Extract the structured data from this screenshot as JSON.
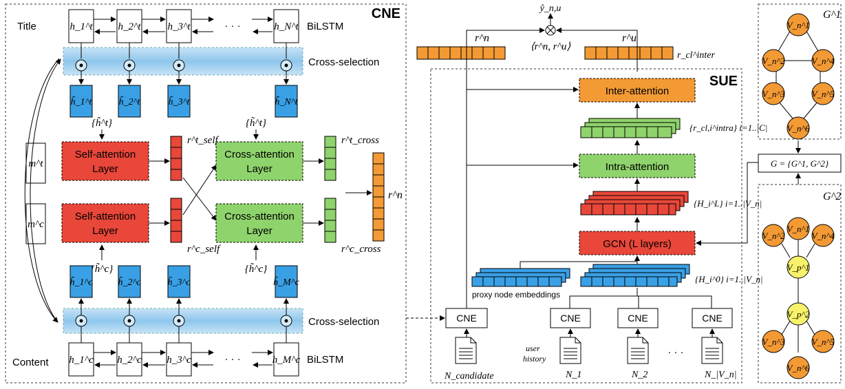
{
  "cne": {
    "title": "CNE",
    "title_label": "Title",
    "content_label": "Content",
    "bilstm": "BiLSTM",
    "cross_selection": "Cross-selection",
    "self_attention": [
      "Self-attention",
      "Layer"
    ],
    "cross_attention": [
      "Cross-attention",
      "Layer"
    ],
    "title_states": [
      "h_1^t",
      "h_2^t",
      "h_3^t",
      "h_N^t"
    ],
    "content_states": [
      "h_1^c",
      "h_2^c",
      "h_3^c",
      "h_M^c"
    ],
    "title_selected": [
      "h̃_1^t",
      "h̃_2^t",
      "h̃_3^t",
      "h̃_N^t"
    ],
    "content_selected": [
      "h̃_1^c",
      "h̃_2^c",
      "h̃_3^c",
      "h̃_M^c"
    ],
    "title_set": "{h̃^t}",
    "content_set": "{h̃^c}",
    "mem_title": "m^t",
    "mem_content": "m^c",
    "r_self_t": "r^t_self",
    "r_self_c": "r^c_self",
    "r_cross_t": "r^t_cross",
    "r_cross_c": "r^c_cross",
    "r_n": "r^n",
    "ellipsis": "· · ·"
  },
  "sue": {
    "title": "SUE",
    "inter_attention": "Inter-attention",
    "intra_attention": "Intra-attention",
    "gcn": "GCN (L layers)",
    "r_cl_inter": "r_cl^inter",
    "r_cl_intra_set": "{r_cl,i^intra} i=1..|C|",
    "H_L_set": "{H_i^L} i=1..|V_n|",
    "H_0_set": "{H_i^0} i=1..|V_n|",
    "proxy": "proxy node embeddings",
    "cne_label": "CNE",
    "user_history": [
      "user",
      "history"
    ],
    "candidate": "N_candidate",
    "news": [
      "N_1",
      "N_2",
      "N_|V_n|"
    ],
    "ellipsis": "· · ·"
  },
  "top": {
    "y_hat": "ŷ_n,u",
    "r_n": "r^n",
    "r_u": "r^u",
    "inner": "⟨r^n, r^u⟩"
  },
  "graphs": {
    "g1": "G^1",
    "g2": "G^2",
    "union": "G = {G^1, G^2}",
    "g1_nodes": [
      "V_n^1",
      "V_n^2",
      "V_n^4",
      "V_n^3",
      "V_n^5",
      "V_n^6"
    ],
    "g2_nodes": [
      "V_n^1",
      "V_n^2",
      "V_n^4",
      "V_p^1",
      "V_p^2",
      "V_n^3",
      "V_n^5",
      "V_n^6"
    ]
  },
  "colors": {
    "red": "#e8473a",
    "green": "#8fd36c",
    "blue": "#3aa0e6",
    "orange": "#f39a35",
    "yellow": "#f8f26a",
    "band": "#a9d3f0"
  }
}
